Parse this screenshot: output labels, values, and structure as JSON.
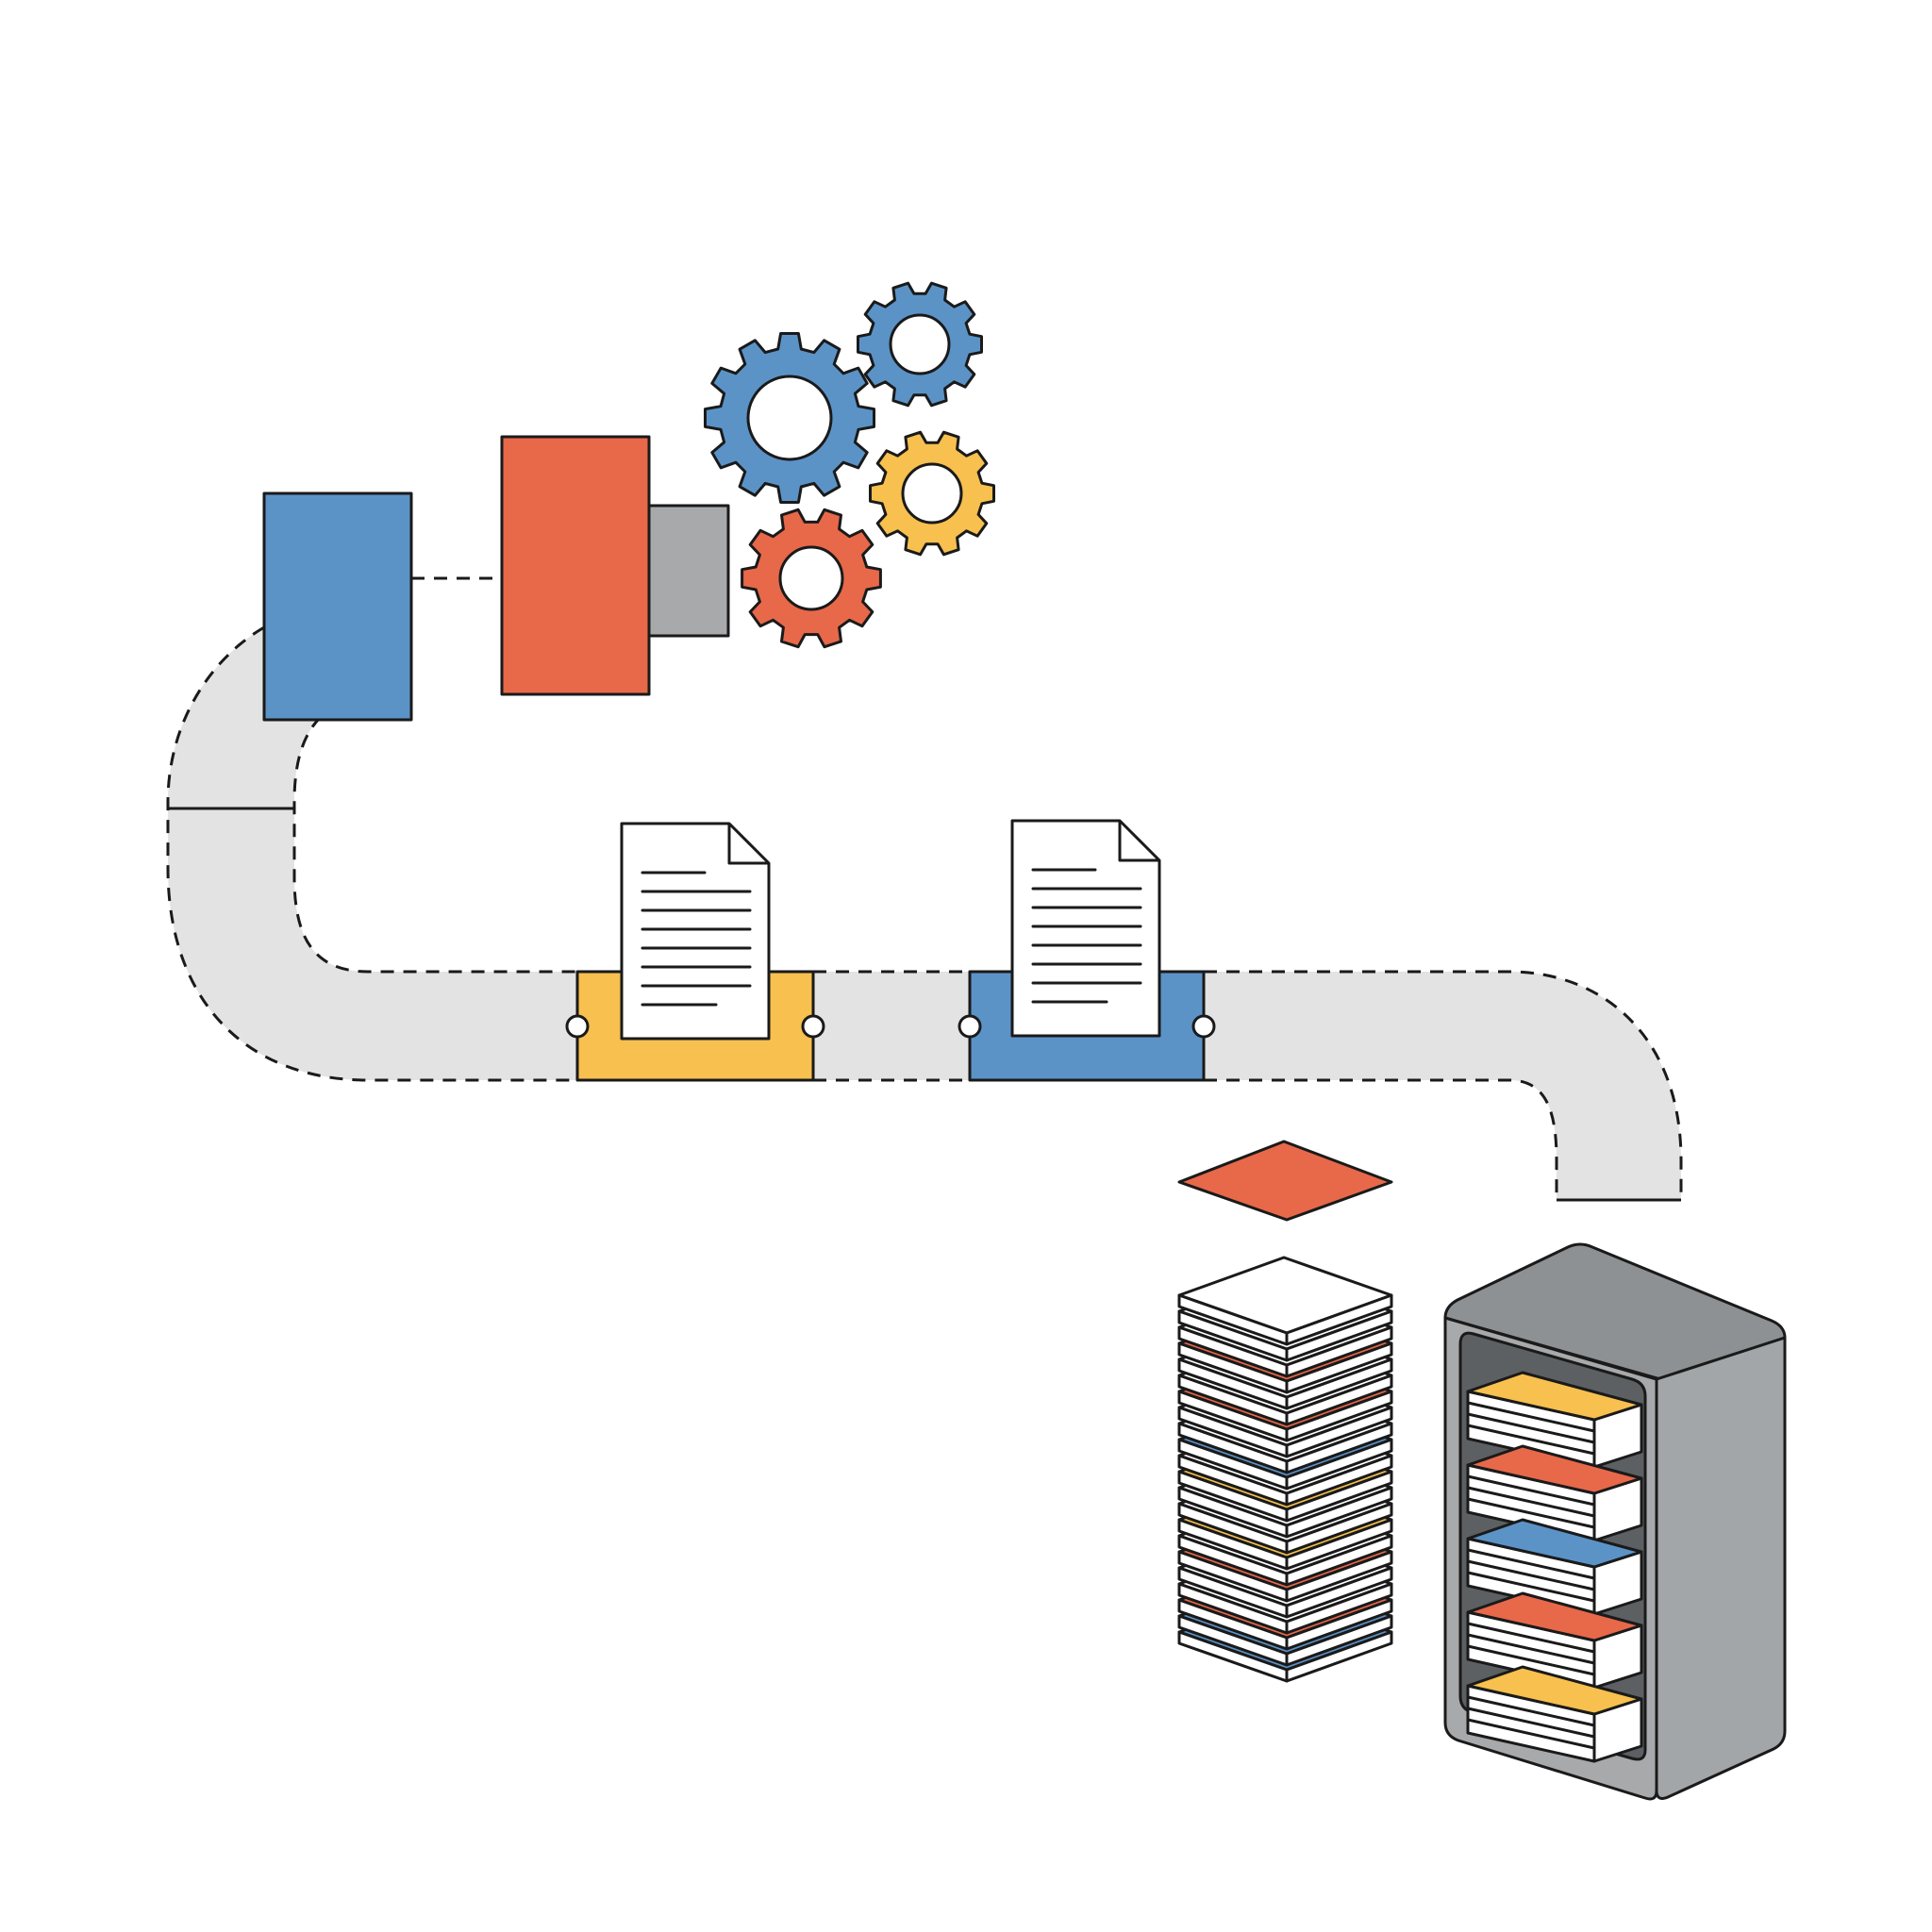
{
  "palette": {
    "blue": "#5B93C7",
    "red": "#E8684A",
    "yellow": "#F7C04F",
    "grey": "#A7A9AB",
    "light_grey": "#E3E3E3",
    "outline": "#1A1A1A",
    "paper": "#FFFFFF"
  },
  "icons": {
    "gears": [
      "gear-icon",
      "gear-icon",
      "gear-icon",
      "gear-icon"
    ],
    "documents": [
      "document-icon",
      "document-icon"
    ],
    "storage": [
      "paper-stack-icon",
      "storage-cabinet-icon"
    ]
  },
  "counts": {
    "document_lines": 8,
    "stack_sheets": 22,
    "cabinet_shelves": 5
  }
}
